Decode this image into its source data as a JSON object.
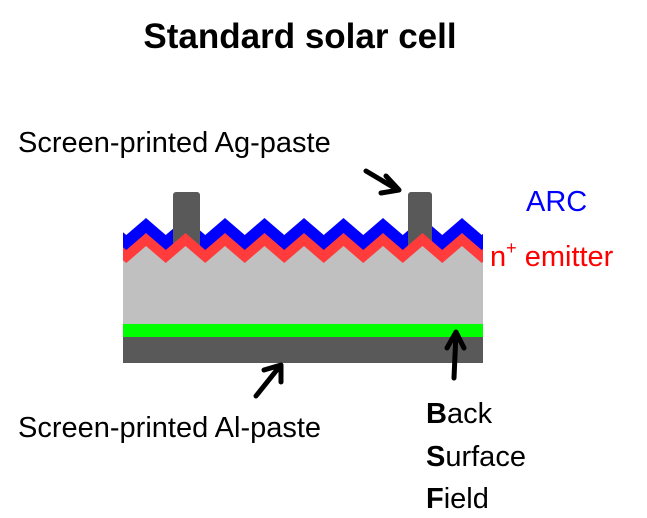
{
  "title": "Standard solar cell",
  "labels": {
    "ag_paste": "Screen-printed Ag-paste",
    "arc": "ARC",
    "emitter_prefix": "n",
    "emitter_sup": "+",
    "emitter_suffix": " emitter",
    "al_paste": "Screen-printed Al-paste",
    "bsf": [
      {
        "initial": "B",
        "rest": "ack"
      },
      {
        "initial": "S",
        "rest": "urface"
      },
      {
        "initial": "F",
        "rest": "ield"
      }
    ]
  },
  "colors": {
    "arc": "#0000ff",
    "emitter": "#ff3b3b",
    "emitter_text": "#ff0000",
    "bulk": "#c0c0c0",
    "bsf": "#00ff00",
    "contact": "#595959"
  }
}
